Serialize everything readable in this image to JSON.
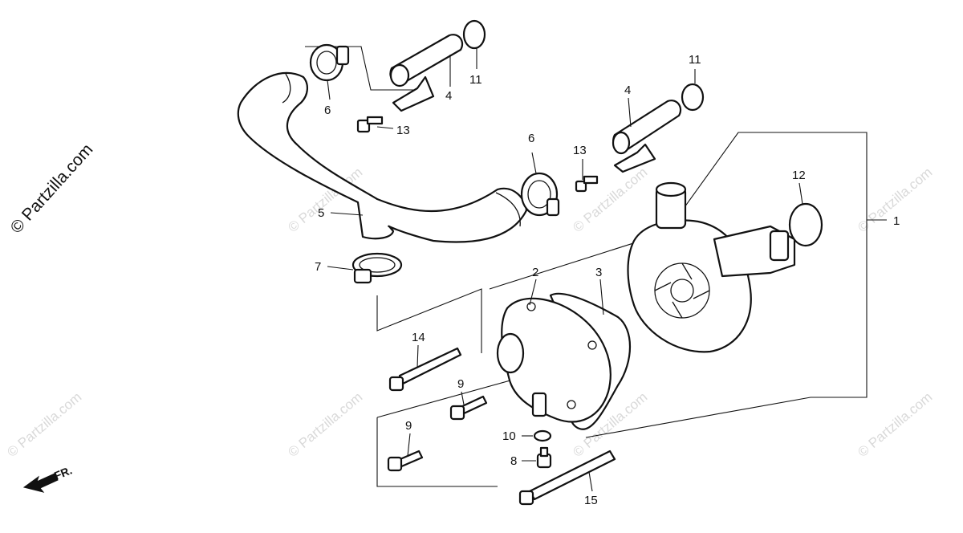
{
  "credit": "© Partzilla.com",
  "watermark_text": "© Partzilla.com",
  "front_indicator": "FR.",
  "callouts": {
    "c1": "1",
    "c2": "2",
    "c3": "3",
    "c4a": "4",
    "c4b": "4",
    "c5": "5",
    "c6a": "6",
    "c6b": "6",
    "c7": "7",
    "c8": "8",
    "c9a": "9",
    "c9b": "9",
    "c10": "10",
    "c11a": "11",
    "c11b": "11",
    "c12": "12",
    "c13a": "13",
    "c13b": "13",
    "c14": "14",
    "c15": "15"
  },
  "colors": {
    "line": "#111111",
    "watermark": "#d9d9d9",
    "background": "#ffffff"
  }
}
